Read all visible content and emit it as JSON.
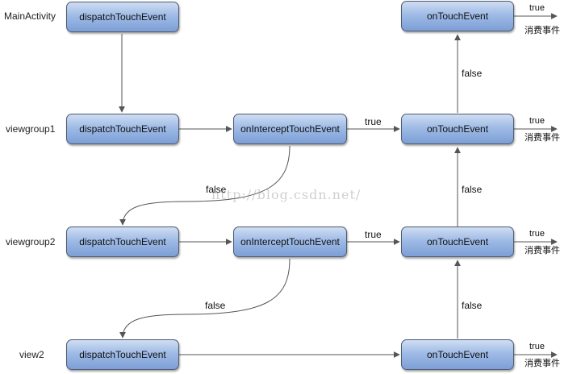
{
  "rows": [
    {
      "label": "MainActivity"
    },
    {
      "label": "viewgroup1"
    },
    {
      "label": "viewgroup2"
    },
    {
      "label": "view2"
    }
  ],
  "nodes": {
    "dispatch_main": "dispatchTouchEvent",
    "dispatch_vg1": "dispatchTouchEvent",
    "dispatch_vg2": "dispatchTouchEvent",
    "dispatch_view2": "dispatchTouchEvent",
    "intercept_vg1": "onInterceptTouchEvent",
    "intercept_vg2": "onInterceptTouchEvent",
    "ontouch_main": "onTouchEvent",
    "ontouch_vg1": "onTouchEvent",
    "ontouch_vg2": "onTouchEvent",
    "ontouch_view2": "onTouchEvent"
  },
  "edge_labels": {
    "intercept_vg1_true": "true",
    "intercept_vg2_true": "true",
    "intercept_vg1_false": "false",
    "intercept_vg2_false": "false",
    "up_view2_to_vg2": "false",
    "up_vg2_to_vg1": "false",
    "up_vg1_to_main": "false"
  },
  "consume": {
    "true_label": "true",
    "text": "消费事件"
  },
  "watermark": "http://blog.csdn.net/"
}
